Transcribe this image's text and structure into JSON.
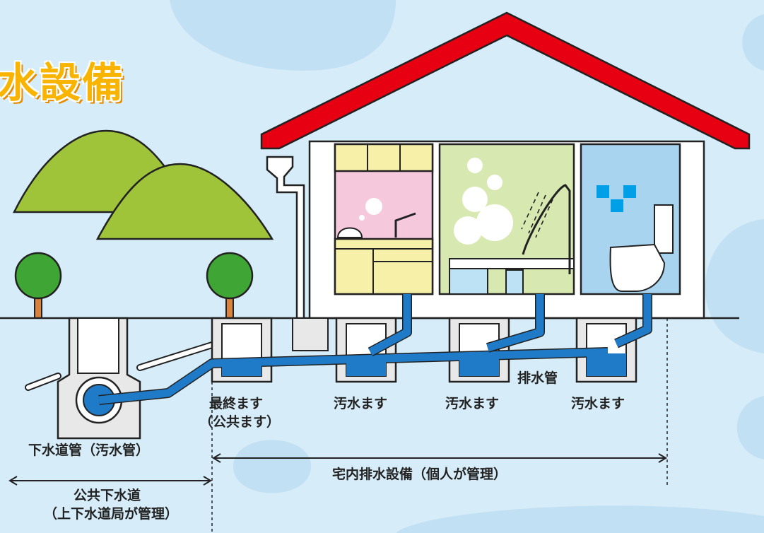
{
  "title": "水設備",
  "labels": {
    "sewer_pipe": "下水道管（汚水管）",
    "public_sewer_line1": "公共下水道",
    "public_sewer_line2": "（上下水道局が管理）",
    "final_box_line1": "最終ます",
    "final_box_line2": "（公共ます）",
    "sewage_box_1": "汚水ます",
    "sewage_box_2": "汚水ます",
    "sewage_box_3": "汚水ます",
    "drain_pipe": "排水管",
    "private_facility": "宅内排水設備（個人が管理）"
  },
  "colors": {
    "background": "#d6ecf8",
    "roof": "#e60012",
    "pipe": "#1f7bc8",
    "water": "#1f7bc8",
    "hill": "#9fc43a",
    "tree": "#3fa535",
    "kitchen": "#f6c8dc",
    "bath": "#d7e8b0",
    "toilet": "#a8d4f0",
    "title": "#f8b400"
  }
}
